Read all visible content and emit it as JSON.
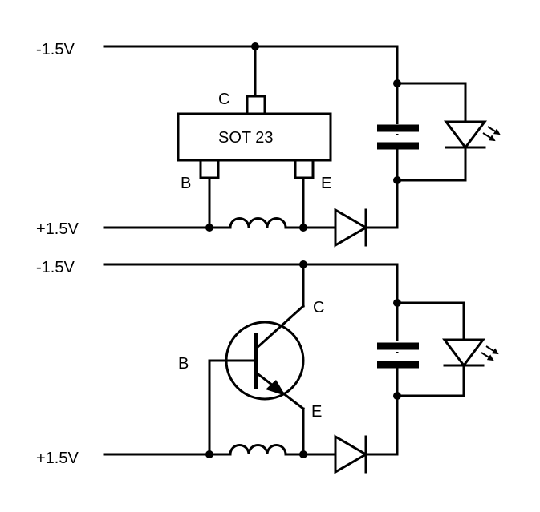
{
  "labels": {
    "top_neg_rail": "-1.5V",
    "top_pos_rail": "+1.5V",
    "top_package": "SOT 23",
    "top_pin_c": "C",
    "top_pin_b": "B",
    "top_pin_e": "E",
    "bot_neg_rail": "-1.5V",
    "bot_pos_rail": "+1.5V",
    "bot_pin_c": "C",
    "bot_pin_b": "B",
    "bot_pin_e": "E"
  },
  "colors": {
    "ink": "#000000",
    "background": "#ffffff"
  },
  "icons": [
    "transistor-sot23-icon",
    "npn-transistor-icon",
    "inductor-icon",
    "diode-icon",
    "capacitor-icon",
    "led-icon"
  ]
}
